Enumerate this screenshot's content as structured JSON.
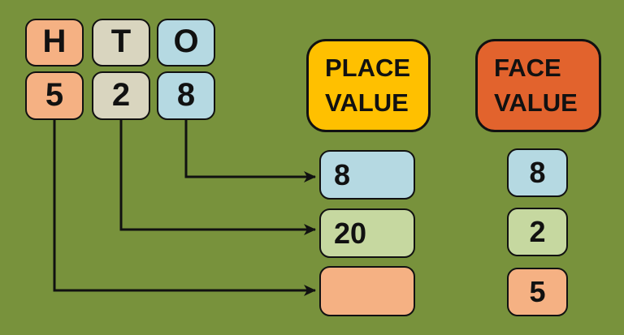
{
  "colors": {
    "background": "#78923C",
    "peach": "#F5B183",
    "beige": "#D9D5BF",
    "blue": "#B5D9E2",
    "green": "#C6D8A0",
    "yellow": "#FFC000",
    "orange_red": "#E2632D",
    "line": "#111111"
  },
  "digit_grid": {
    "column_headers": [
      {
        "label": "H",
        "color": "#F5B183"
      },
      {
        "label": "T",
        "color": "#D9D5BF"
      },
      {
        "label": "O",
        "color": "#B5D9E2"
      }
    ],
    "digits": [
      {
        "value": "5",
        "color": "#F5B183"
      },
      {
        "value": "2",
        "color": "#D9D5BF"
      },
      {
        "value": "8",
        "color": "#B5D9E2"
      }
    ]
  },
  "headers": {
    "place_value": {
      "line1": "PLACE",
      "line2": "VALUE",
      "color": "#FFC000"
    },
    "face_value": {
      "line1": "FACE",
      "line2": "VALUE",
      "color": "#E2632D"
    }
  },
  "place_value_results": [
    {
      "value": "8",
      "color": "#B5D9E2"
    },
    {
      "value": "20",
      "color": "#C6D8A0"
    },
    {
      "value": "",
      "color": "#F5B183"
    }
  ],
  "face_value_results": [
    {
      "value": "8",
      "color": "#B5D9E2"
    },
    {
      "value": "2",
      "color": "#C6D8A0"
    },
    {
      "value": "5",
      "color": "#F5B183"
    }
  ]
}
